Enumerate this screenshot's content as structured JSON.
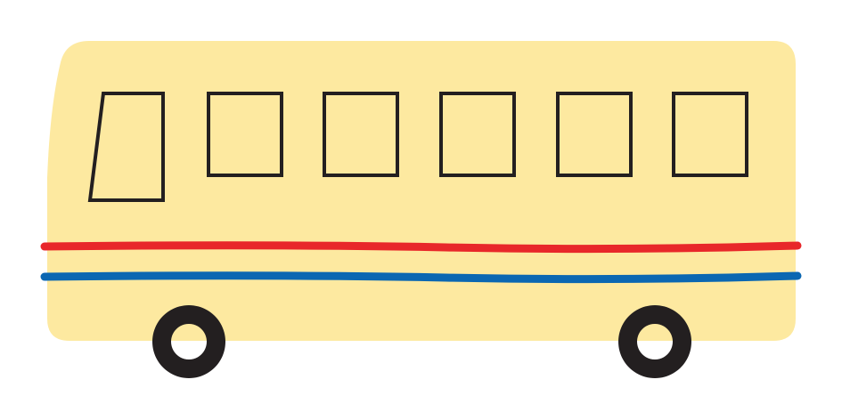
{
  "colors": {
    "body": "#FDE9A0",
    "outline": "#231F20",
    "stripe_top": "#E8272A",
    "stripe_bottom": "#0B67B2",
    "wheel": "#231F20",
    "background": "#FFFFFF"
  },
  "illustration": {
    "subject": "bus",
    "window_count": 6,
    "wheel_count": 2
  }
}
